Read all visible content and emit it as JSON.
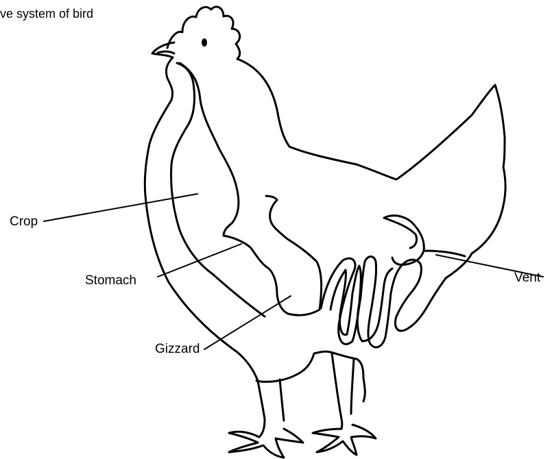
{
  "title": "ve system of bird",
  "labels": {
    "crop": "Crop",
    "stomach": "Stomach",
    "gizzard": "Gizzard",
    "vent": "Vent"
  },
  "colors": {
    "ink": "#000000",
    "background": "#ffffff"
  }
}
